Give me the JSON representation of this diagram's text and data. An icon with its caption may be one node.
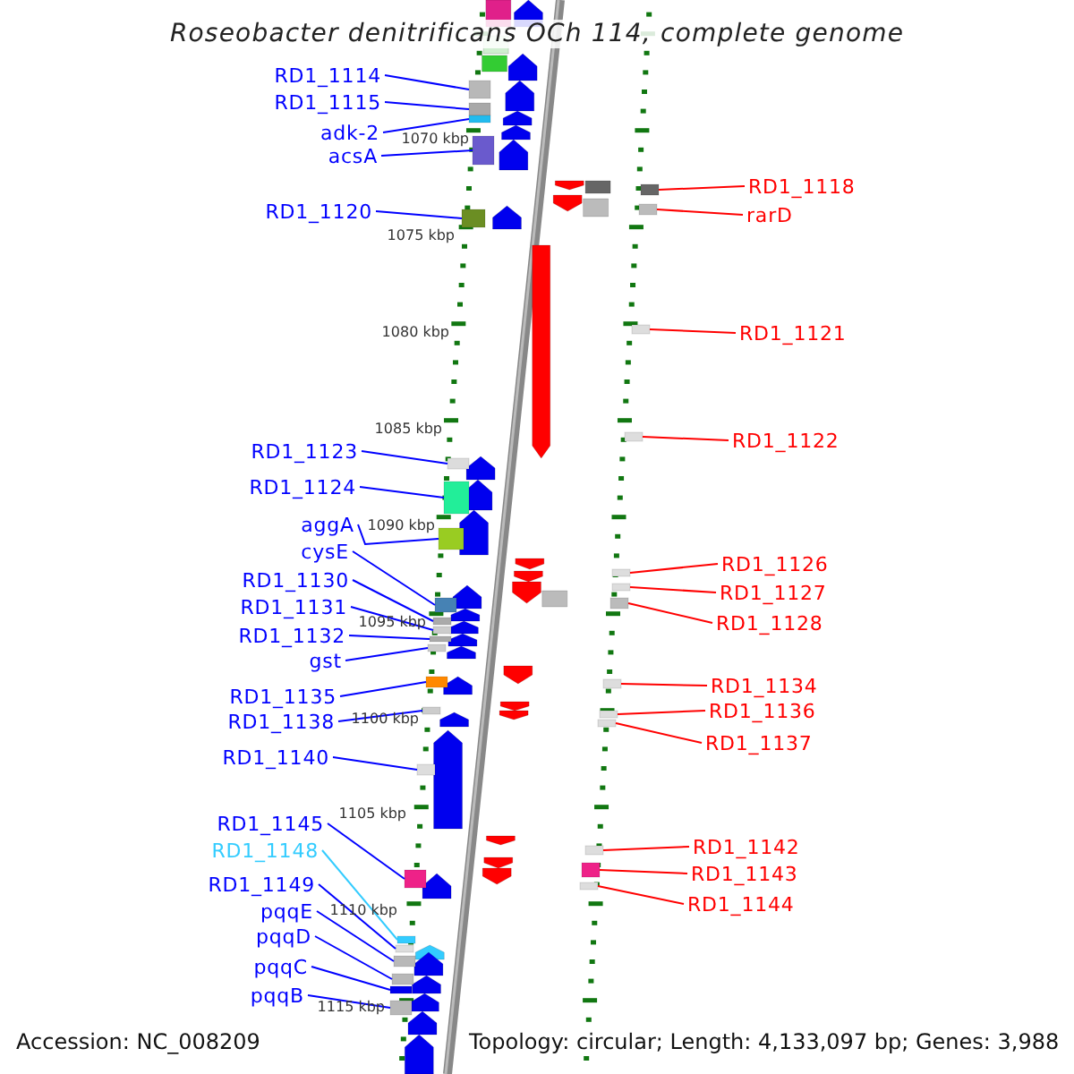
{
  "diagram": {
    "title": "Roseobacter denitrificans OCh 114, complete genome",
    "nodes": [
      {
        "text": [
          "RD1_1114"
        ]
      },
      {
        "text": [
          "RD1_1115"
        ]
      },
      {
        "text": [
          "adk-2"
        ]
      },
      {
        "text": [
          "acsA"
        ]
      },
      {
        "text": [
          "RD1_1120"
        ]
      },
      {
        "text": [
          "RD1_1123"
        ]
      },
      {
        "text": [
          "RD1_1124"
        ]
      },
      {
        "text": [
          "aggA"
        ]
      },
      {
        "text": [
          "cysE"
        ]
      },
      {
        "text": [
          "RD1_1130"
        ]
      },
      {
        "text": [
          "RD1_1131"
        ]
      },
      {
        "text": [
          "RD1_1132"
        ]
      },
      {
        "text": [
          "gst"
        ]
      },
      {
        "text": [
          "RD1_1135"
        ]
      },
      {
        "text": [
          "RD1_1138"
        ]
      },
      {
        "text": [
          "RD1_1140"
        ]
      },
      {
        "text": [
          "RD1_1145"
        ]
      },
      {
        "text": [
          "RD1_1148"
        ]
      },
      {
        "text": [
          "RD1_1149"
        ]
      },
      {
        "text": [
          "pqqE"
        ]
      },
      {
        "text": [
          "pqqD"
        ]
      },
      {
        "text": [
          "pqqC"
        ]
      },
      {
        "text": [
          "pqqB"
        ]
      },
      {
        "text": [
          "RD1_1118"
        ]
      },
      {
        "text": [
          "rarD"
        ]
      },
      {
        "text": [
          "RD1_1121"
        ]
      },
      {
        "text": [
          "RD1_1122"
        ]
      },
      {
        "text": [
          "RD1_1126"
        ]
      },
      {
        "text": [
          "RD1_1127"
        ]
      },
      {
        "text": [
          "RD1_1128"
        ]
      },
      {
        "text": [
          "RD1_1134"
        ]
      },
      {
        "text": [
          "RD1_1136"
        ]
      },
      {
        "text": [
          "RD1_1137"
        ]
      },
      {
        "text": [
          "RD1_1142"
        ]
      },
      {
        "text": [
          "RD1_1143"
        ]
      },
      {
        "text": [
          "RD1_1144"
        ]
      },
      {
        "text": [],
        "shape": "bar"
      },
      {
        "text": [],
        "shape": "bar"
      },
      {
        "text": [],
        "shape": "bar"
      },
      {
        "text": [],
        "shape": "bar"
      },
      {
        "text": [],
        "shape": "bar"
      },
      {
        "text": [],
        "shape": "bar"
      },
      {
        "text": [],
        "shape": "bar"
      },
      {
        "text": [],
        "shape": "bar"
      },
      {
        "text": [],
        "shape": "bar"
      },
      {
        "text": [],
        "shape": "bar"
      },
      {
        "text": [],
        "shape": "bar"
      },
      {
        "text": [],
        "shape": "bar"
      },
      {
        "text": [],
        "shape": "bar"
      },
      {
        "text": [],
        "shape": "bar"
      },
      {
        "text": [],
        "shape": "bar"
      },
      {
        "text": [],
        "shape": "bar"
      },
      {
        "text": [],
        "shape": "bar"
      },
      {
        "text": [],
        "shape": "bar"
      },
      {
        "text": [],
        "shape": "bar"
      },
      {
        "text": [],
        "shape": "bar"
      },
      {
        "text": [],
        "shape": "bar"
      },
      {
        "text": [],
        "shape": "bar"
      },
      {
        "text": [],
        "shape": "bar"
      },
      {
        "text": [],
        "shape": "bar"
      },
      {
        "text": [],
        "shape": "bar"
      },
      {
        "text": [],
        "shape": "bar"
      },
      {
        "text": [],
        "shape": "bar"
      },
      {
        "text": [],
        "shape": "bar"
      },
      {
        "text": [],
        "shape": "bar"
      },
      {
        "text": [],
        "shape": "bar"
      },
      {
        "text": [],
        "shape": "bar"
      },
      {
        "text": [],
        "shape": "bar"
      },
      {
        "text": [],
        "shape": "bar"
      },
      {
        "text": [],
        "shape": "bar"
      },
      {
        "text": [],
        "shape": "bar"
      },
      {
        "text": [],
        "shape": "bar"
      }
    ],
    "edges": [
      {
        "from": 0,
        "to": 36,
        "arrow": "none"
      },
      {
        "from": 1,
        "to": 37,
        "arrow": "none"
      },
      {
        "from": 2,
        "to": 38,
        "arrow": "none"
      },
      {
        "from": 3,
        "to": 39,
        "arrow": "none"
      },
      {
        "from": 4,
        "to": 40,
        "arrow": "none"
      },
      {
        "from": 5,
        "to": 41,
        "arrow": "none"
      },
      {
        "from": 6,
        "to": 42,
        "arrow": "none"
      },
      {
        "from": 7,
        "to": 43,
        "arrow": "none"
      },
      {
        "from": 8,
        "to": 44,
        "arrow": "none"
      },
      {
        "from": 9,
        "to": 45,
        "arrow": "none"
      },
      {
        "from": 10,
        "to": 46,
        "arrow": "none"
      },
      {
        "from": 11,
        "to": 47,
        "arrow": "none"
      },
      {
        "from": 12,
        "to": 48,
        "arrow": "none"
      },
      {
        "from": 13,
        "to": 49,
        "arrow": "none"
      },
      {
        "from": 14,
        "to": 50,
        "arrow": "none"
      },
      {
        "from": 15,
        "to": 51,
        "arrow": "none"
      },
      {
        "from": 16,
        "to": 52,
        "arrow": "none"
      },
      {
        "from": 17,
        "to": 53,
        "arrow": "none",
        "color": "#33ccff"
      },
      {
        "from": 18,
        "to": 54,
        "arrow": "none"
      },
      {
        "from": 19,
        "to": 55,
        "arrow": "none"
      },
      {
        "from": 20,
        "to": 56,
        "arrow": "none"
      },
      {
        "from": 21,
        "to": 57,
        "arrow": "none"
      },
      {
        "from": 22,
        "to": 58,
        "arrow": "none"
      },
      {
        "from": 23,
        "to": 59,
        "arrow": "none",
        "color": "#ff0000"
      },
      {
        "from": 24,
        "to": 60,
        "arrow": "none",
        "color": "#ff0000"
      },
      {
        "from": 25,
        "to": 61,
        "arrow": "none",
        "color": "#ff0000"
      },
      {
        "from": 26,
        "to": 62,
        "arrow": "none",
        "color": "#ff0000"
      },
      {
        "from": 27,
        "to": 63,
        "arrow": "none",
        "color": "#ff0000"
      },
      {
        "from": 28,
        "to": 64,
        "arrow": "none",
        "color": "#ff0000"
      },
      {
        "from": 29,
        "to": 65,
        "arrow": "none",
        "color": "#ff0000"
      },
      {
        "from": 30,
        "to": 66,
        "arrow": "none",
        "color": "#ff0000"
      },
      {
        "from": 31,
        "to": 67,
        "arrow": "none",
        "color": "#ff0000"
      },
      {
        "from": 32,
        "to": 68,
        "arrow": "none",
        "color": "#ff0000"
      },
      {
        "from": 33,
        "to": 69,
        "arrow": "none",
        "color": "#ff0000"
      },
      {
        "from": 34,
        "to": 70,
        "arrow": "none",
        "color": "#ff0000"
      },
      {
        "from": 35,
        "to": 71,
        "arrow": "none",
        "color": "#ff0000"
      }
    ],
    "labels": [
      "1070 kbp",
      "1075 kbp",
      "1080 kbp",
      "1085 kbp",
      "1090 kbp",
      "1095 kbp",
      "1100 kbp",
      "1105 kbp",
      "1110 kbp",
      "1115 kbp",
      "Accession: NC_008209",
      "Topology: circular; Length: 4,133,097 bp; Genes: 3,988"
    ]
  }
}
